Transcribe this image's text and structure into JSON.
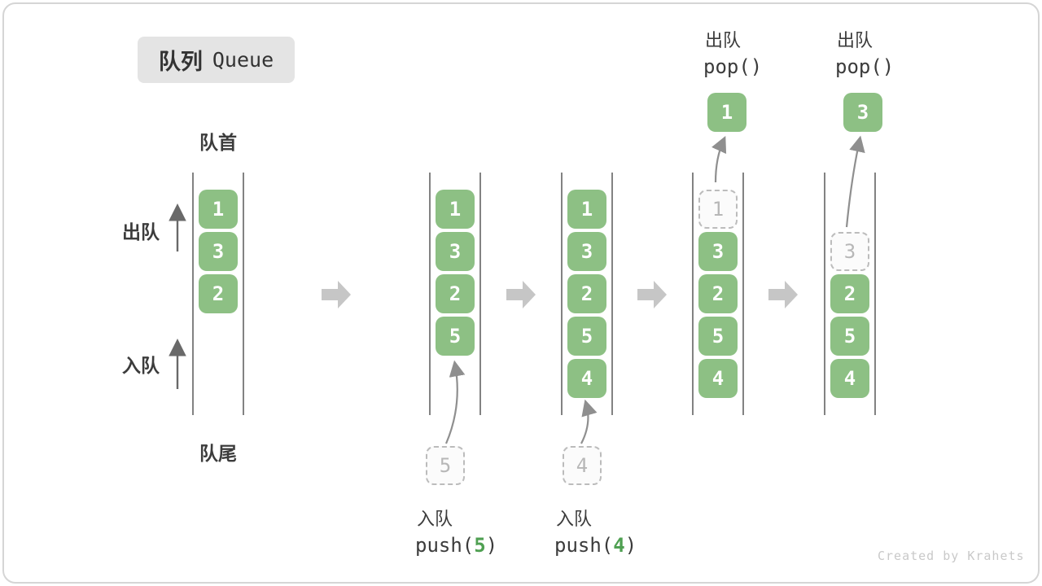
{
  "title": {
    "zh": "队列",
    "en": "Queue"
  },
  "labels": {
    "front": "队首",
    "rear": "队尾",
    "dequeue": "出队",
    "enqueue": "入队"
  },
  "columns": [
    {
      "items": [
        "1",
        "3",
        "2"
      ]
    },
    {
      "items": [
        "1",
        "3",
        "2",
        "5"
      ],
      "staged": "5",
      "op": {
        "zh": "入队",
        "fn": "push(",
        "arg": "5",
        "close": ")"
      }
    },
    {
      "items": [
        "1",
        "3",
        "2",
        "5",
        "4"
      ],
      "staged": "4",
      "op": {
        "zh": "入队",
        "fn": "push(",
        "arg": "4",
        "close": ")"
      }
    },
    {
      "ghost": "1",
      "items": [
        "3",
        "2",
        "5",
        "4"
      ],
      "popped": "1",
      "op": {
        "zh": "出队",
        "fn": "pop()"
      }
    },
    {
      "ghost": "3",
      "items": [
        "2",
        "5",
        "4"
      ],
      "popped": "3",
      "op": {
        "zh": "出队",
        "fn": "pop()"
      }
    }
  ],
  "watermark": "Created by Krahets",
  "colors": {
    "item_green": "#8dc084",
    "arg_green": "#4fa052",
    "flow_arrow_gray": "#c6c6c6",
    "dashed_gray": "#bcbcbc",
    "wall_gray": "#4d4d4d",
    "text_dark": "#3c3c3c"
  }
}
